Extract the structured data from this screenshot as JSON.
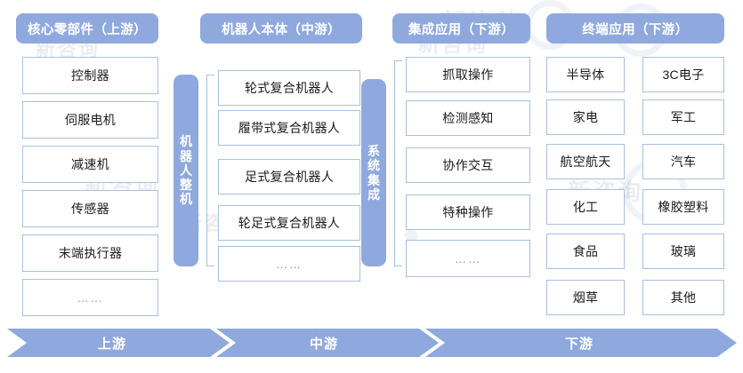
{
  "columns": [
    {
      "id": "upstream-core-components",
      "header": "核心零部件（上游）",
      "items": [
        "控制器",
        "伺服电机",
        "减速机",
        "传感器",
        "末端执行器",
        "……"
      ]
    },
    {
      "id": "midstream-robot-body",
      "header": "机器人本体（中游）",
      "vertical_label": "机器人整机",
      "items": [
        "轮式复合机器人",
        "履带式复合机器人",
        "足式复合机器人",
        "轮足式复合机器人",
        "……"
      ]
    },
    {
      "id": "downstream-integrated-application",
      "header": "集成应用（下游）",
      "vertical_label": "系统集成",
      "items": [
        "抓取操作",
        "检测感知",
        "协作交互",
        "特种操作",
        "……"
      ]
    },
    {
      "id": "downstream-terminal-application",
      "header": "终端应用（下游）",
      "items_left": [
        "半导体",
        "家电",
        "航空航天",
        "化工",
        "食品",
        "烟草"
      ],
      "items_right": [
        "3C电子",
        "军工",
        "汽车",
        "橡胶塑料",
        "玻璃",
        "其他"
      ]
    }
  ],
  "flow_arrows": [
    {
      "id": "arrow-upstream",
      "label": "上游"
    },
    {
      "id": "arrow-midstream",
      "label": "中游"
    },
    {
      "id": "arrow-downstream",
      "label": "下游"
    }
  ],
  "watermark": {
    "text": "新咨询",
    "text2": "新咨询"
  },
  "colors": {
    "accent": "#8fa9de",
    "box_border": "#a9c0dd",
    "text": "#1a1a1a",
    "header_text": "#ffffff",
    "background": "#ffffff"
  }
}
